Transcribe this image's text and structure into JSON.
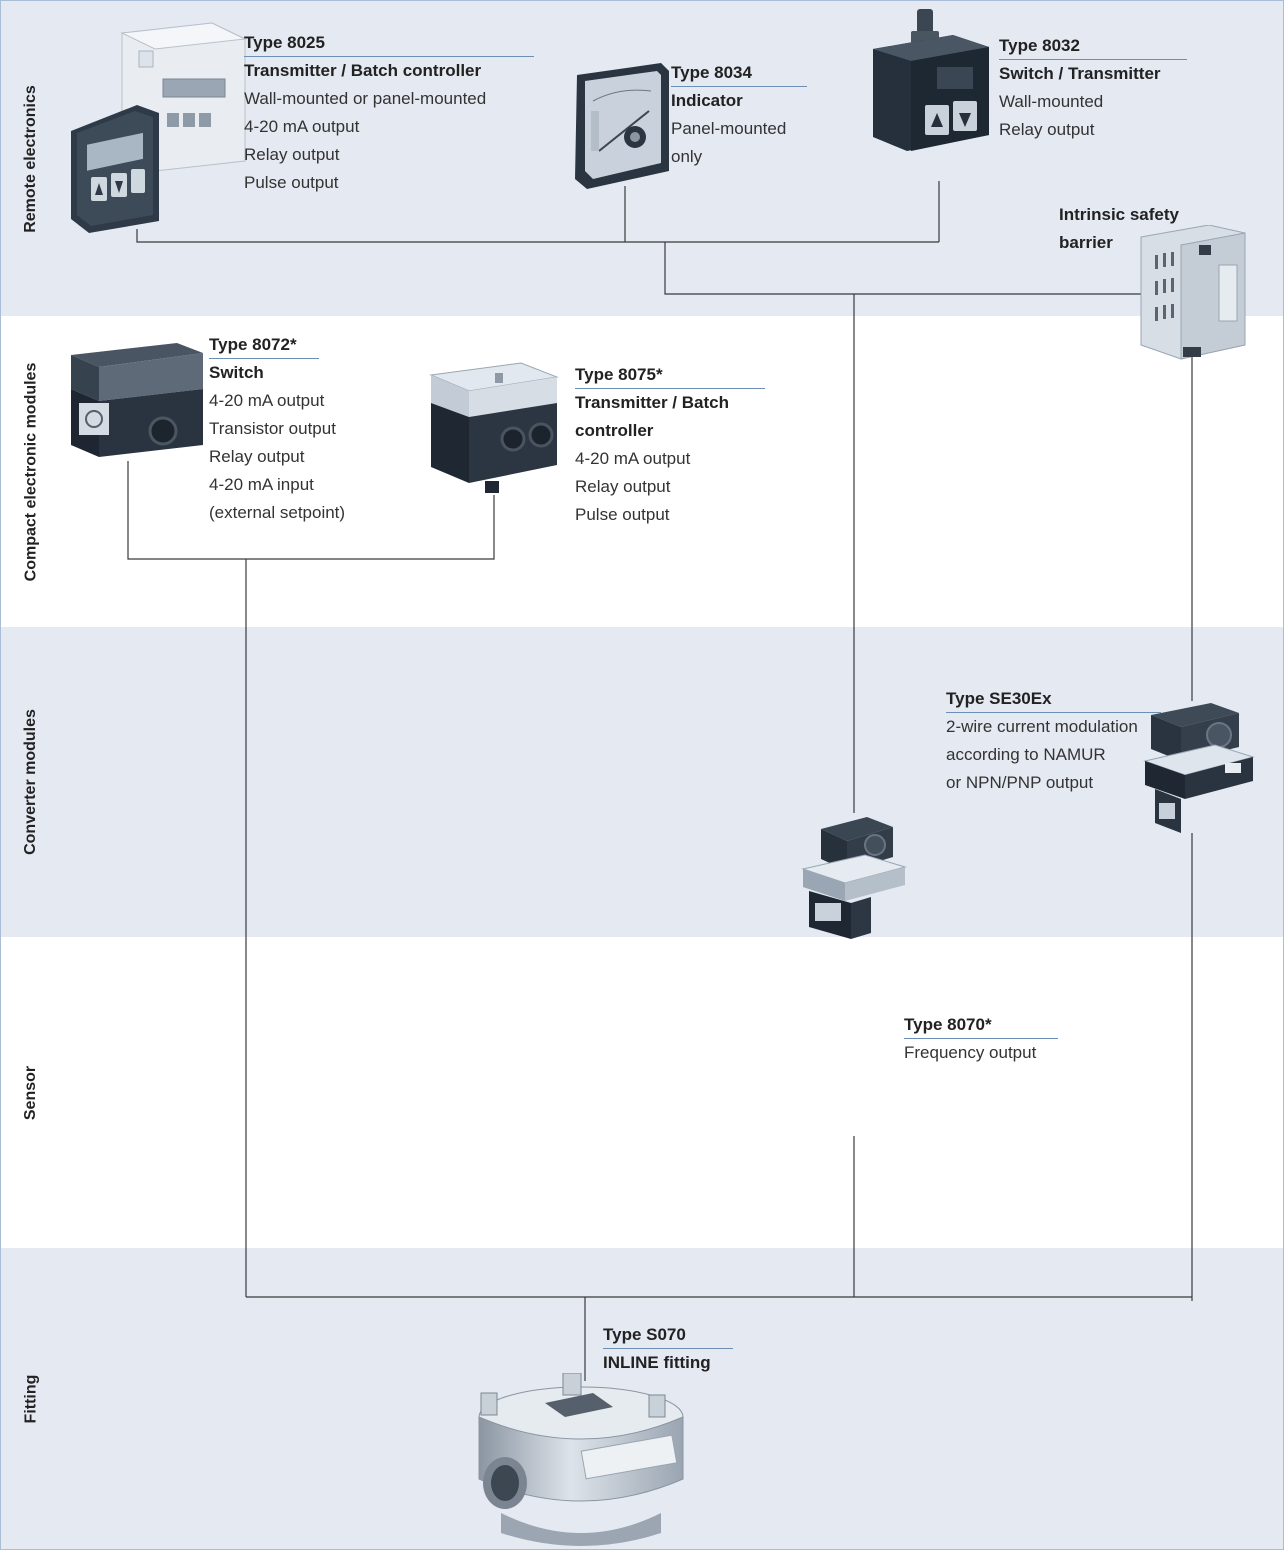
{
  "bands": [
    {
      "label": "Remote electronics",
      "style": "tint"
    },
    {
      "label": "Compact electronic modules",
      "style": "plain"
    },
    {
      "label": "Converter modules",
      "style": "tint"
    },
    {
      "label": "Sensor",
      "style": "plain"
    },
    {
      "label": "Fitting",
      "style": "tint"
    }
  ],
  "products": {
    "p8025": {
      "type": "Type 8025",
      "subtitle": "Transmitter / Batch controller",
      "lines": [
        "Wall-mounted or panel-mounted",
        "4-20 mA output",
        "Relay output",
        "Pulse output"
      ]
    },
    "p8034": {
      "type": "Type 8034",
      "subtitle": "Indicator",
      "lines": [
        "Panel-mounted",
        "only"
      ]
    },
    "p8032": {
      "type": "Type 8032",
      "subtitle": "Switch / Transmitter",
      "lines": [
        "Wall-mounted",
        "Relay output"
      ]
    },
    "barrier": {
      "title_line1": "Intrinsic safety",
      "title_line2": "barrier"
    },
    "p8072": {
      "type": "Type 8072*",
      "subtitle": "Switch",
      "lines": [
        "4-20 mA output",
        "Transistor output",
        "Relay output",
        "4-20 mA input",
        "(external setpoint)"
      ]
    },
    "p8075": {
      "type": "Type 8075*",
      "subtitle_line1": "Transmitter / Batch",
      "subtitle_line2": "controller",
      "lines": [
        "4-20 mA output",
        "Relay output",
        "Pulse output"
      ]
    },
    "se30ex": {
      "type": "Type SE30Ex",
      "lines": [
        "2-wire current modulation",
        "according to NAMUR",
        "or NPN/PNP output"
      ]
    },
    "p8070": {
      "type": "Type 8070*",
      "lines": [
        "Frequency output"
      ]
    },
    "s070": {
      "type": "Type S070",
      "subtitle": "INLINE fitting"
    }
  },
  "colors": {
    "band_tint": "#e4e9f2",
    "wire": "#3a3a3a",
    "rule": "#6d8fb6",
    "device_dark": "#2f3a46",
    "device_light": "#dfe6ee",
    "steel": "#b8c0c9"
  }
}
